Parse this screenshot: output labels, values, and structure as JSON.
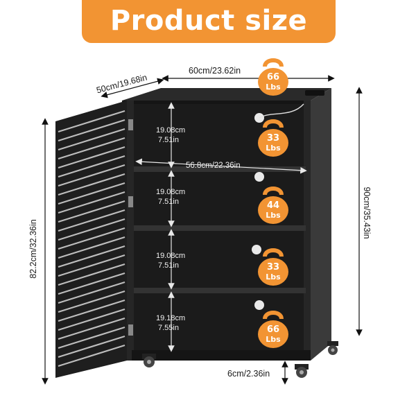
{
  "title": "Product size",
  "colors": {
    "accent": "#f29433",
    "cabinet": "#1e1e1e",
    "shelf": "#2e2e2e",
    "line": "#111111",
    "inner_arrow": "#e8e8e8"
  },
  "dimensions": {
    "depth": "50cm/19.68in",
    "width": "60cm/23.62in",
    "height": "90cm/35.43in",
    "door_height": "82.2cm/32.36in",
    "inner_width": "56.8cm/22.36in",
    "wheel_height": "6cm/2.36in"
  },
  "shelves": [
    {
      "cm": "19.08cm",
      "in": "7.51in"
    },
    {
      "cm": "19.08cm",
      "in": "7.51in"
    },
    {
      "cm": "19.08cm",
      "in": "7.51in"
    },
    {
      "cm": "19.18cm",
      "in": "7.55in"
    }
  ],
  "load_badges": [
    {
      "value": "66",
      "unit": "Lbs",
      "icon": "kettlebell-icon"
    },
    {
      "value": "33",
      "unit": "Lbs",
      "icon": "kettlebell-icon"
    },
    {
      "value": "44",
      "unit": "Lbs",
      "icon": "kettlebell-icon"
    },
    {
      "value": "33",
      "unit": "Lbs",
      "icon": "kettlebell-icon"
    },
    {
      "value": "66",
      "unit": "Lbs",
      "icon": "kettlebell-icon"
    }
  ]
}
